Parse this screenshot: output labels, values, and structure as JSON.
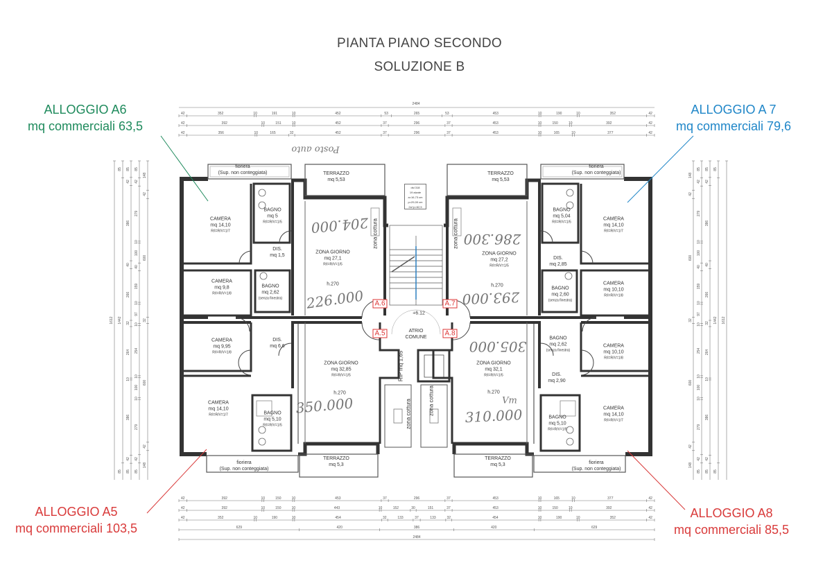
{
  "header": {
    "title": "PIANTA PIANO SECONDO",
    "subtitle": "SOLUZIONE B"
  },
  "colors": {
    "a6": "#1e8a5c",
    "a7": "#1f86c8",
    "a5": "#d93a3a",
    "a8": "#d93a3a",
    "wall": "#333333"
  },
  "apartments": {
    "a6": {
      "name": "ALLOGGIO A6",
      "area": "mq commerciali 63,5"
    },
    "a7": {
      "name": "ALLOGGIO A 7",
      "area": "mq commerciali 79,6"
    },
    "a5": {
      "name": "ALLOGGIO A5",
      "area": "mq commerciali 103,5"
    },
    "a8": {
      "name": "ALLOGGIO A8",
      "area": "mq commerciali 85,5"
    }
  },
  "rooms": [
    [
      "CAMERA",
      "mq 14,10",
      "R/I=R/V=1/7"
    ],
    [
      "BAGNO",
      "mq 5",
      "R/I=R/V=1/5"
    ],
    [
      "DIS.",
      "mq 1,5"
    ],
    [
      "ZONA GIORNO",
      "mq 27,1",
      "R/I=R/V=1/5"
    ],
    [
      "h.270"
    ],
    [
      "CAMERA",
      "mq 9,8",
      "R/I=R/V=1/8"
    ],
    [
      "BAGNO",
      "mq 2,62",
      "(senza finestra)"
    ],
    [
      "TERRAZZO",
      "mq 5,53"
    ],
    [
      "fioriera",
      "(Sup. non conteggiata)"
    ],
    [
      "DIS.",
      "mq 6,6"
    ],
    [
      "CAMERA",
      "mq 9,95",
      "R/I=R/V=1/8"
    ],
    [
      "ZONA GIORNO",
      "mq 32,85",
      "R/I=R/V=1/5"
    ],
    [
      "h.270"
    ],
    [
      "CAMERA",
      "mq 14,10",
      "R/I=R/V=1/7"
    ],
    [
      "BAGNO",
      "mq 5,10",
      "R/I=R/V=1/5"
    ],
    [
      "TERRAZZO",
      "mq 5,3"
    ],
    [
      "fioriera",
      "(Sup. non conteggiata)"
    ],
    [
      "TERRAZZO",
      "mq 5,53"
    ],
    [
      "ZONA GIORNO",
      "mq 27,2",
      "R/I=R/V=1/5"
    ],
    [
      "h.270"
    ],
    [
      "BAGNO",
      "mq 5,04",
      "R/I=R/V=1/5"
    ],
    [
      "CAMERA",
      "mq 14,10",
      "R/I=R/V=1/7"
    ],
    [
      "DIS.",
      "mq 2,85"
    ],
    [
      "CAMERA",
      "mq 10,10",
      "R/I=R/V=1/8"
    ],
    [
      "BAGNO",
      "mq 2,60",
      "(senza finestra)"
    ],
    [
      "fioriera",
      "(Sup. non conteggiata)"
    ],
    [
      "ZONA GIORNO",
      "mq 32,1",
      "R/I=R/V=1/5"
    ],
    [
      "h.270"
    ],
    [
      "DIS.",
      "mq 2,90"
    ],
    [
      "CAMERA",
      "mq 10,10",
      "R/I=R/V=1/8"
    ],
    [
      "CAMERA",
      "mq 14,10",
      "R/I=R/V=1/7"
    ],
    [
      "BAGNO",
      "mq 2,62",
      "(senza finestra)"
    ],
    [
      "BAGNO",
      "mq 5,10",
      "R/I=R/V=1/5"
    ],
    [
      "TERRAZZO",
      "mq 5,3"
    ],
    [
      "fioriera",
      "(Sup. non conteggiata)"
    ],
    [
      "ATRIO",
      "COMUNE"
    ],
    [
      "+6.12"
    ]
  ],
  "vertical_labels": [
    "zona cottura",
    "zona cottura",
    "zona cottura",
    "zona cottura",
    "RIP mq 1,65"
  ],
  "unit_badges": [
    "A.6",
    "A.7",
    "A.5",
    "A.8"
  ],
  "stair_note": [
    "dsl 318",
    "19 alzate",
    "a=16,73 cm",
    "p=29,00 cm",
    "2a+p=62,5"
  ],
  "handwritten": [
    "Posto auto",
    "204.000",
    "226.000",
    "286.300",
    "293.000",
    "305.000",
    "350.000",
    "310.000",
    "Vm"
  ],
  "dimensions": {
    "top_total": "2484",
    "top_rows": [
      [
        "42",
        "352",
        "10",
        "191",
        "10",
        "452",
        "53",
        "265",
        "53",
        "453",
        "10",
        "190",
        "10",
        "352",
        "42"
      ],
      [
        "42",
        "392",
        "10",
        "151",
        "10",
        "452",
        "37",
        "296",
        "37",
        "453",
        "10",
        "150",
        "10",
        "392",
        "42"
      ],
      [
        "42",
        "356",
        "10",
        "165",
        "32",
        "452",
        "37",
        "296",
        "37",
        "453",
        "10",
        "165",
        "10",
        "377",
        "42"
      ]
    ],
    "bottom_rows": [
      [
        "42",
        "392",
        "10",
        "150",
        "10",
        "453",
        "37",
        "296",
        "37",
        "453",
        "10",
        "165",
        "10",
        "377",
        "42"
      ],
      [
        "42",
        "392",
        "10",
        "150",
        "10",
        "443",
        "10",
        "152",
        "30",
        "151",
        "37",
        "453",
        "10",
        "150",
        "10",
        "392",
        "42"
      ],
      [
        "42",
        "352",
        "10",
        "190",
        "10",
        "454",
        "32",
        "133",
        "37",
        "133",
        "32",
        "454",
        "10",
        "190",
        "10",
        "352",
        "42"
      ],
      [
        "629",
        "420",
        "386",
        "420",
        "629"
      ],
      [
        "2484"
      ]
    ],
    "left_cols": [
      [
        "1612"
      ],
      [
        "85",
        "1442",
        "85"
      ],
      [
        "85",
        "42",
        "386",
        "40",
        "266",
        "32",
        "264",
        "10",
        "386",
        "42",
        "85"
      ],
      [
        "85",
        "42",
        "279",
        "10",
        "100",
        "40",
        "159",
        "10",
        "97",
        "10",
        "254",
        "10",
        "100",
        "10",
        "279",
        "42",
        "85"
      ],
      [
        "148",
        "42",
        "600",
        "32",
        "600",
        "42",
        "148"
      ]
    ],
    "right_cols": [
      [
        "148",
        "42",
        "600",
        "32",
        "600",
        "42",
        "148"
      ],
      [
        "85",
        "42",
        "279",
        "10",
        "100",
        "40",
        "159",
        "10",
        "97",
        "10",
        "254",
        "10",
        "100",
        "10",
        "279",
        "42",
        "85"
      ],
      [
        "85",
        "42",
        "386",
        "40",
        "266",
        "32",
        "264",
        "10",
        "386",
        "42",
        "85"
      ],
      [
        "85",
        "1442",
        "85"
      ],
      [
        "1612"
      ]
    ]
  }
}
